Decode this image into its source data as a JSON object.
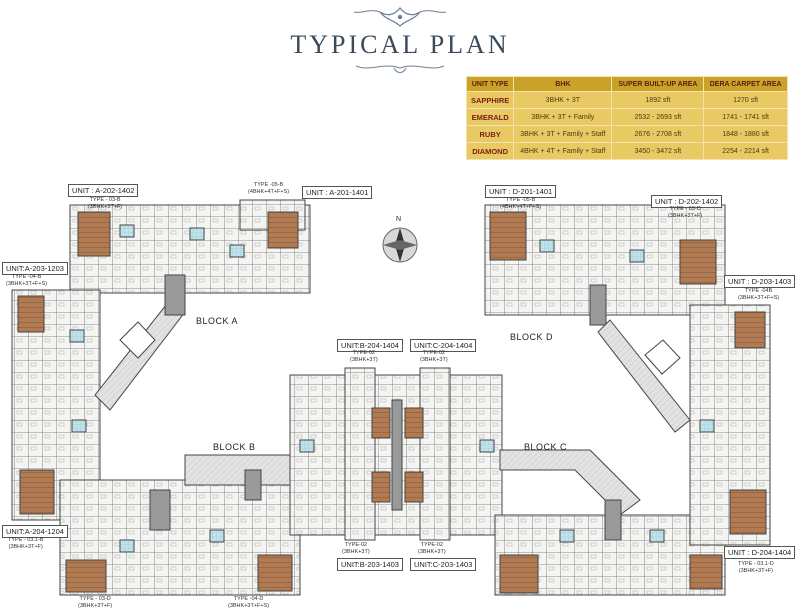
{
  "title": "TYPICAL PLAN",
  "table": {
    "headers": [
      "UNIT TYPE",
      "BHK",
      "SUPER BUILT-UP AREA",
      "DERA CARPET AREA"
    ],
    "rows": [
      {
        "type": "SAPPHIRE",
        "bhk": "3BHK + 3T",
        "sba": "1892 sft",
        "carpet": "1270 sft"
      },
      {
        "type": "EMERALD",
        "bhk": "3BHK + 3T + Family",
        "sba": "2532 - 2693 sft",
        "carpet": "1741 - 1741 sft"
      },
      {
        "type": "RUBY",
        "bhk": "3BHK + 3T + Family + Staff",
        "sba": "2676 - 2708 sft",
        "carpet": "1848 - 1880 sft"
      },
      {
        "type": "DIAMOND",
        "bhk": "4BHK + 4T + Family + Staff",
        "sba": "3450 - 3472 sft",
        "carpet": "2254 - 2214 sft"
      }
    ]
  },
  "north": "N",
  "blocks": {
    "a": "BLOCK A",
    "b": "BLOCK B",
    "c": "BLOCK C",
    "d": "BLOCK D"
  },
  "units": {
    "a202": "UNIT : A-202-1402",
    "a201": "UNIT : A-201-1401",
    "a203": "UNIT:A-203-1203",
    "a204": "UNIT:A-204-1204",
    "b204": "UNIT:B-204-1404",
    "c204": "UNIT:C-204-1404",
    "b203": "UNIT:B-203-1403",
    "c203": "UNIT:C-203-1403",
    "d201": "UNIT : D-201-1401",
    "d202": "UNIT : D-202-1402",
    "d203": "UNIT : D-203-1403",
    "d204": "UNIT : D-204-1404"
  },
  "types": {
    "a202": "TYPE - 03-B\n(3BHK+3T+F)",
    "a201": "TYPE -05-B\n(4BHK+4T+F+S)",
    "a203": "TYPE -04-B\n(3BHK+3T+F+S)",
    "a204": "TYPE - 03.1-B\n(3BHK+3T+F)",
    "a204b": "TYPE - 03-D\n(3BHK+3T+F)",
    "b_bottom": "TYPE -04-D\n(3BHK+3T+F+S)",
    "b204": "TYPE-02\n(3BHK+3T)",
    "c204": "TYPE-02\n(3BHK+3T)",
    "b203": "TYPE-02\n(3BHK+3T)",
    "c203": "TYPE-02\n(3BHK+3T)",
    "d201": "TYPE -05-B\n(4BHK+4T+F+S)",
    "d202": "TYPE - 03-D\n(3BHK+3T+F)",
    "d203": "TYPE -04B\n(3BHK+3T+F+S)",
    "d204": "TYPE - 03.1-D\n(3BHK+3T+F)"
  },
  "colors": {
    "title": "#3b4a5a",
    "header": "#c9a227",
    "cell": "#e9c964",
    "type_text": "#7a1f16"
  }
}
